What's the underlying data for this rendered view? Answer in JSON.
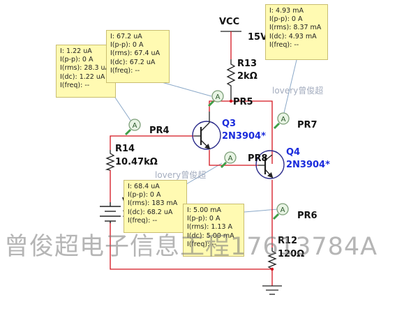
{
  "components": {
    "vcc": {
      "label": "VCC",
      "voltage": "15V"
    },
    "r13": {
      "name": "R13",
      "value": "2kΩ"
    },
    "r14": {
      "name": "R14",
      "value": "10.47kΩ"
    },
    "r12": {
      "name": "R12",
      "value": "120Ω"
    },
    "q3": {
      "name": "Q3",
      "model": "2N3904*"
    },
    "q4": {
      "name": "Q4",
      "model": "2N3904*"
    },
    "battery": {
      "name_partial": "V",
      "value_partial": "1"
    }
  },
  "probes": {
    "pr4": {
      "label": "PR4",
      "readings": [
        "I: 1.22 uA",
        "I(p-p): 0 A",
        "I(rms): 28.3 uA",
        "I(dc): 1.22 uA",
        "I(freq): --"
      ]
    },
    "pr5": {
      "label": "PR5",
      "readings": [
        "I: 67.2 uA",
        "I(p-p): 0 A",
        "I(rms): 67.4 uA",
        "I(dc): 67.2 uA",
        "I(freq): --"
      ]
    },
    "pr7": {
      "label": "PR7",
      "readings": [
        "I: 4.93 mA",
        "I(p-p): 0 A",
        "I(rms): 8.37 mA",
        "I(dc): 4.93 mA",
        "I(freq): --"
      ]
    },
    "pr8": {
      "label": "PR8",
      "readings": [
        "I: 68.4 uA",
        "I(p-p): 0 A",
        "I(rms): 183 mA",
        "I(dc): 68.2 uA",
        "I(freq): --"
      ]
    },
    "pr6": {
      "label": "PR6",
      "readings": [
        "I: 5.00 mA",
        "I(p-p): 0 A",
        "I(rms): 1.13 A",
        "I(dc): 5.00 mA",
        "I(freq): --"
      ]
    }
  },
  "probe_symbol": "A",
  "watermarks": {
    "small_1": "lovery曾俊超",
    "small_2": "lovery曾俊超",
    "big": "曾俊超电子信息工程17613784A"
  },
  "colors": {
    "wire": "#d4141e",
    "probe_fill": "#e8f4e4",
    "probe_ring": "#7c9e78",
    "probe_arrow": "#3f9f48",
    "box_fill": "#fffab2",
    "part_label": "#111111",
    "transistor_label": "#1a2bdc"
  }
}
